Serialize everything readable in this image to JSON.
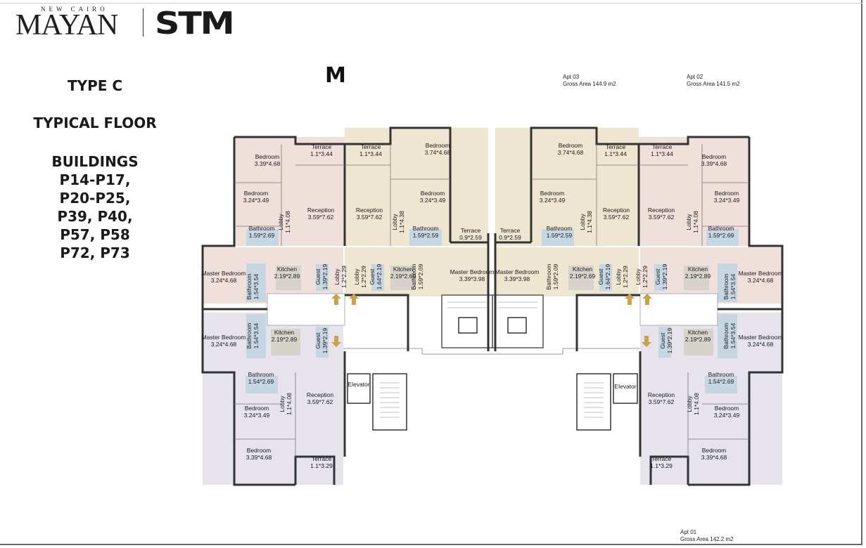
{
  "brand": {
    "tagline": "NEW CAIRO",
    "name": "MAYAN",
    "partner": "STM"
  },
  "plan_info": {
    "type": "TYPE C",
    "floor": "TYPICAL FLOOR",
    "buildings_title": "BUILDINGS",
    "buildings": [
      "P14-P17,",
      "P20-P25,",
      "P39, P40,",
      "P57, P58",
      "P72, P73"
    ],
    "marker": "M"
  },
  "apartments": [
    {
      "id": "Apt 03",
      "area": "Gross Area  144.9 m2"
    },
    {
      "id": "Apt 02",
      "area": "Gross Area  141.5 m2"
    },
    {
      "id": "Apt 01",
      "area": "Gross Area  142.2 m2"
    }
  ],
  "rooms": [
    {
      "name": "Bedroom",
      "size": "3.39*4.68"
    },
    {
      "name": "Terrace",
      "size": "1.1*3.44"
    },
    {
      "name": "Terrace",
      "size": "1.1*3.44"
    },
    {
      "name": "Bedroom",
      "size": "3.74*4.68"
    },
    {
      "name": "Bedroom",
      "size": "3.74*4.68"
    },
    {
      "name": "Terrace",
      "size": "1.1*3.44"
    },
    {
      "name": "Terrace",
      "size": "1.1*3.44"
    },
    {
      "name": "Bedroom",
      "size": "3.39*4.68"
    },
    {
      "name": "Bedroom",
      "size": "3.24*3.49"
    },
    {
      "name": "Bedroom",
      "size": "3.24*3.49"
    },
    {
      "name": "Bedroom",
      "size": "3.24*3.49"
    },
    {
      "name": "Bedroom",
      "size": "3.24*3.49"
    },
    {
      "name": "Reception",
      "size": "3.59*7.62"
    },
    {
      "name": "Reception",
      "size": "3.59*7.62"
    },
    {
      "name": "Reception",
      "size": "3.59*7.62"
    },
    {
      "name": "Reception",
      "size": "3.59*7.62"
    },
    {
      "name": "Bathroom",
      "size": "1.59*2.69"
    },
    {
      "name": "Bathroom",
      "size": "1.59*2.59"
    },
    {
      "name": "Terrace",
      "size": "0.9*2.59"
    },
    {
      "name": "Terrace",
      "size": "0.9*2.59"
    },
    {
      "name": "Bathroom",
      "size": "1.59*2.59"
    },
    {
      "name": "Bathroom",
      "size": "1.59*2.69"
    },
    {
      "name": "Master Bedroom",
      "size": "3.24*4.68"
    },
    {
      "name": "Kitchen",
      "size": "2.19*2.89"
    },
    {
      "name": "Kitchen",
      "size": "2.19*2.69"
    },
    {
      "name": "Master Bedroom",
      "size": "3.39*3.98"
    },
    {
      "name": "Master Bedroom",
      "size": "3.39*3.98"
    },
    {
      "name": "Kitchen",
      "size": "2.19*2.69"
    },
    {
      "name": "Kitchen",
      "size": "2.19*2.89"
    },
    {
      "name": "Master Bedroom",
      "size": "3.24*4.68"
    },
    {
      "name": "Master Bedroom",
      "size": "3.24*4.68"
    },
    {
      "name": "Kitchen",
      "size": "2.19*2.89"
    },
    {
      "name": "Kitchen",
      "size": "2.19*2.89"
    },
    {
      "name": "Master Bedroom",
      "size": "3.24*4.68"
    },
    {
      "name": "Bathroom",
      "size": "1.54*2.69"
    },
    {
      "name": "Bathroom",
      "size": "1.54*2.69"
    },
    {
      "name": "Reception",
      "size": "3.59*7.62"
    },
    {
      "name": "Reception",
      "size": "3.59*7.62"
    },
    {
      "name": "Bedroom",
      "size": "3.24*3.49"
    },
    {
      "name": "Bedroom",
      "size": "3.24*3.49"
    },
    {
      "name": "Bedroom",
      "size": "3.39*4.68"
    },
    {
      "name": "Bedroom",
      "size": "3.39*4.68"
    },
    {
      "name": "Terrace",
      "size": "1.1*3.29"
    },
    {
      "name": "Terrace",
      "size": "1.1*3.29"
    },
    {
      "name": "Elevator",
      "size": ""
    },
    {
      "name": "Elevator",
      "size": ""
    }
  ],
  "vertical_rooms": [
    {
      "name": "Lobby",
      "size": "1.1*4.08"
    },
    {
      "name": "Lobby",
      "size": "1.1*4.38"
    },
    {
      "name": "Lobby",
      "size": "1.1*4.38"
    },
    {
      "name": "Lobby",
      "size": "1.1*4.08"
    },
    {
      "name": "Bathroom",
      "size": "1.54*3.54"
    },
    {
      "name": "Guest",
      "size": "1.39*2.19"
    },
    {
      "name": "Lobby",
      "size": "1.2*2.29"
    },
    {
      "name": "Lobby",
      "size": "1.2*2.29"
    },
    {
      "name": "Guest",
      "size": "1.64*2.19"
    },
    {
      "name": "Bathroom",
      "size": "1.59*2.09"
    },
    {
      "name": "Bathroom",
      "size": "1.59*2.09"
    },
    {
      "name": "Guest",
      "size": "1.64*2.19"
    },
    {
      "name": "Lobby",
      "size": "1.2*2.29"
    },
    {
      "name": "Lobby",
      "size": "1.2*2.29"
    },
    {
      "name": "Guest",
      "size": "1.39*2.19"
    },
    {
      "name": "Bathroom",
      "size": "1.54*3.54"
    },
    {
      "name": "Bathroom",
      "size": "1.54*3.54"
    },
    {
      "name": "Guest",
      "size": "1.39*2.19"
    },
    {
      "name": "Guest",
      "size": "1.39*2.19"
    },
    {
      "name": "Bathroom",
      "size": "1.54*3.54"
    },
    {
      "name": "Lobby",
      "size": "1.1*4.08"
    },
    {
      "name": "Lobby",
      "size": "1.1*4.08"
    }
  ],
  "colors": {
    "apt_pink": "#efe0dc",
    "apt_beige": "#efe6d2",
    "apt_lavender": "#e6e3ec",
    "bath_blue": "#c7d6e3",
    "kitchen_grey": "#d8d2cc",
    "wall": "#333333",
    "entry_arrow": "#c9a24a"
  }
}
